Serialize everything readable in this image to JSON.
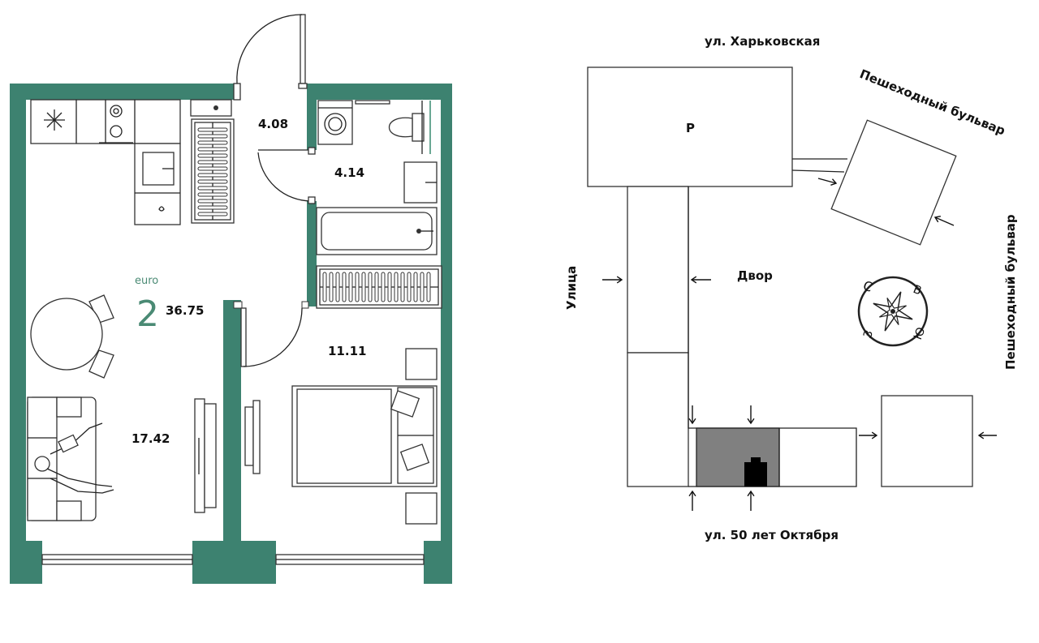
{
  "plan": {
    "type_label": "euro",
    "room_count": "2",
    "total_area": "36.75",
    "areas": {
      "hall": "4.08",
      "bath": "4.14",
      "bedroom": "11.11",
      "living": "17.42"
    }
  },
  "site": {
    "parking_label": "P",
    "courtyard_label": "Двор",
    "streets": {
      "top": "ул. Харьковская",
      "boulevard_top": "Пешеходный бульвар",
      "boulevard_right": "Пешеходный бульвар",
      "left": "Улица",
      "bottom": "ул. 50 лет Октября"
    },
    "compass": {
      "n": "С",
      "e": "В",
      "s": "Ю",
      "w": "З"
    }
  },
  "colors": {
    "wall": "#3d8270",
    "accent": "#4a8a74",
    "highlight_block": "#808080"
  }
}
